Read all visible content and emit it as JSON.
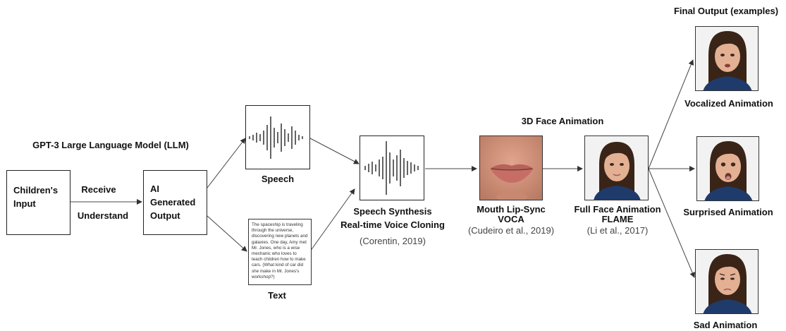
{
  "header": {
    "final_output": "Final Output (examples)",
    "llm_title": "GPT-3 Large Language Model (LLM)",
    "face_anim_title": "3D Face Animation"
  },
  "nodes": {
    "children_input": [
      "Children's",
      "Input"
    ],
    "ai_output": [
      "AI",
      "Generated",
      "Output"
    ],
    "receive": "Receive",
    "understand": "Understand",
    "speech": "Speech",
    "text": "Text",
    "text_content": "The spaceship is traveling through the universe, discovering new planets and galaxies. One day, Amy met Mr. Jones, who is a wise mechanic who loves to teach children how to make cars. (What kind of car did she make in Mr. Jones's workshop?)",
    "speech_synthesis": [
      "Speech Synthesis",
      "Real-time Voice Cloning"
    ],
    "speech_synthesis_cite": "(Corentin, 2019)",
    "mouth": [
      "Mouth Lip-Sync",
      "VOCA"
    ],
    "mouth_cite": "(Cudeiro et al., 2019)",
    "full_face": [
      "Full Face Animation",
      "FLAME"
    ],
    "full_face_cite": "(Li et al., 2017)"
  },
  "outputs": {
    "vocalized": "Vocalized Animation",
    "surprised": "Surprised Animation",
    "sad": "Sad Animation"
  }
}
